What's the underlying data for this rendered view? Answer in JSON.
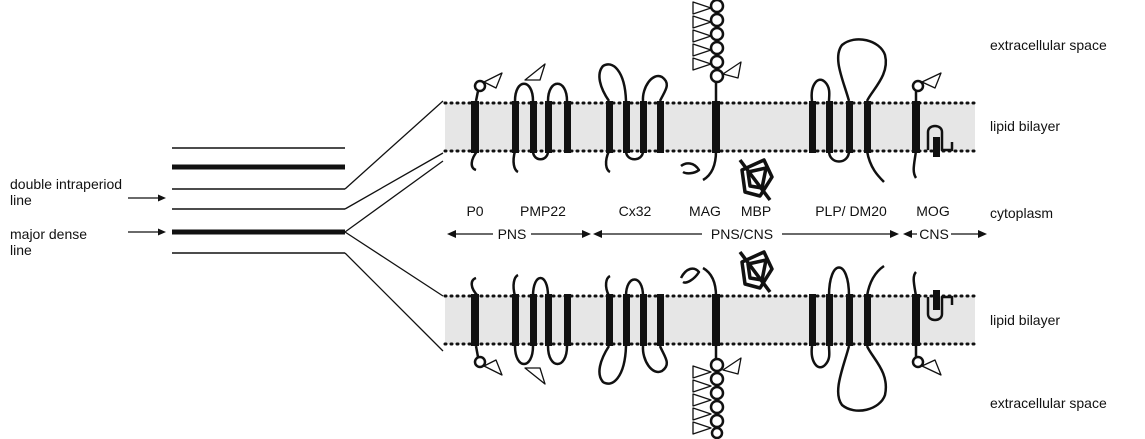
{
  "left_labels": {
    "double_intraperiod_line": [
      "double intraperiod",
      "line"
    ],
    "major_dense_line": [
      "major dense",
      "line"
    ]
  },
  "region_labels": {
    "extracellular_space": "extracellular space",
    "lipid_bilayer": "lipid bilayer",
    "cytoplasm": "cytoplasm"
  },
  "proteins": [
    {
      "label": "P0",
      "tm_segments": 1
    },
    {
      "label": "PMP22",
      "tm_segments": 4
    },
    {
      "label": "Cx32",
      "tm_segments": 4
    },
    {
      "label": "MAG",
      "tm_segments": 1
    },
    {
      "label": "MBP",
      "tm_segments": 0
    },
    {
      "label": "PLP/ DM20",
      "tm_segments": 4
    },
    {
      "label": "MOG",
      "tm_segments": 1
    }
  ],
  "groups": [
    {
      "label": "PNS"
    },
    {
      "label": "PNS/CNS"
    },
    {
      "label": "CNS"
    }
  ],
  "colors": {
    "ink": "#111111",
    "bilayer_fill": "#e6e6e6",
    "background": "#ffffff"
  },
  "icons": [
    "glycosylation-triangle-icon",
    "ig-domain-circle-icon",
    "double-arrow-icon"
  ]
}
